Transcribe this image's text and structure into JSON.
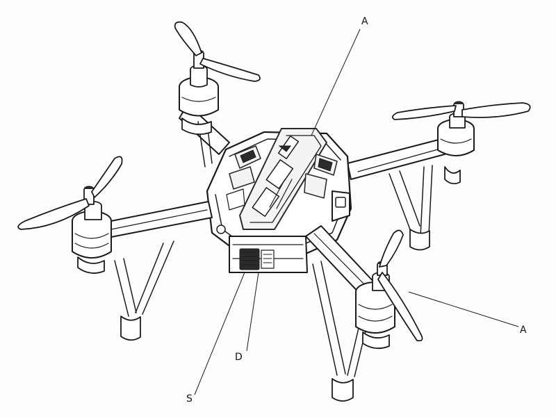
{
  "labels": {
    "a_top": "A",
    "a_right": "A",
    "d_bottom": "D",
    "s_bottom": "S"
  }
}
